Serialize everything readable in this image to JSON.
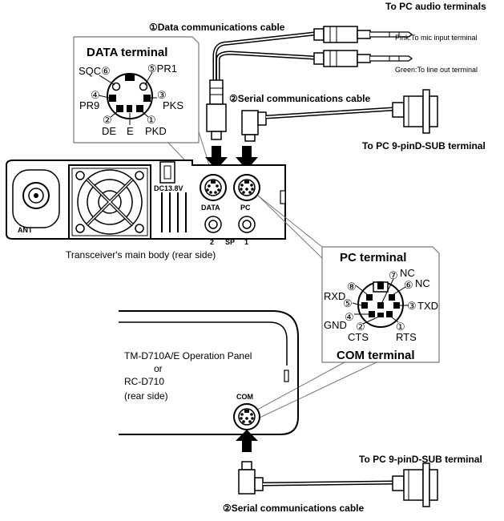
{
  "header": {
    "pc_audio_terminals": "To PC  audio terminals"
  },
  "cables": {
    "data_cable": "①Data communications cable",
    "serial_cable_top": "②Serial communications cable",
    "serial_cable_bottom": "②Serial communications cable",
    "pink_note": "Pink:To mic input terminal",
    "green_note": "Green:To line out terminal",
    "to_pc_dsub_top": "To PC  9-pinD-SUB terminal",
    "to_pc_dsub_bottom": "To PC  9-pinD-SUB terminal"
  },
  "data_terminal": {
    "title": "DATA terminal",
    "pins": {
      "sqc": "SQC⑥",
      "pr1": "⑤PR1",
      "pr9": "PR9",
      "pr9_num": "④",
      "pks": "PKS",
      "pks_num": "③",
      "de": "DE",
      "de_num": "②",
      "e": "E",
      "pkd": "PKD",
      "pkd_num": "①"
    }
  },
  "main_body": {
    "ant": "ANT",
    "dc": "DC13.8V",
    "data_port": "DATA",
    "pc_port": "PC",
    "sp2": "2",
    "sp": "SP",
    "sp1": "1",
    "caption": "Transceiver's main body (rear side)"
  },
  "pc_terminal": {
    "title": "PC terminal",
    "com_title": "COM terminal",
    "pins": {
      "nc_top": "NC",
      "nc_top_num": "⑦",
      "nc8_num": "⑧",
      "nc_right": "NC",
      "nc_right_num": "⑥",
      "rxd": "RXD",
      "rxd_num": "⑤",
      "txd": "TXD",
      "txd_num": "③",
      "gnd": "GND",
      "gnd_num": "④",
      "cts": "CTS",
      "cts_num": "②",
      "rts": "RTS",
      "rts_num": "①"
    }
  },
  "operation_panel": {
    "line1": "TM-D710A/E Operation Panel",
    "line2": "or",
    "line3": "RC-D710",
    "line4": "(rear side)",
    "com": "COM"
  }
}
